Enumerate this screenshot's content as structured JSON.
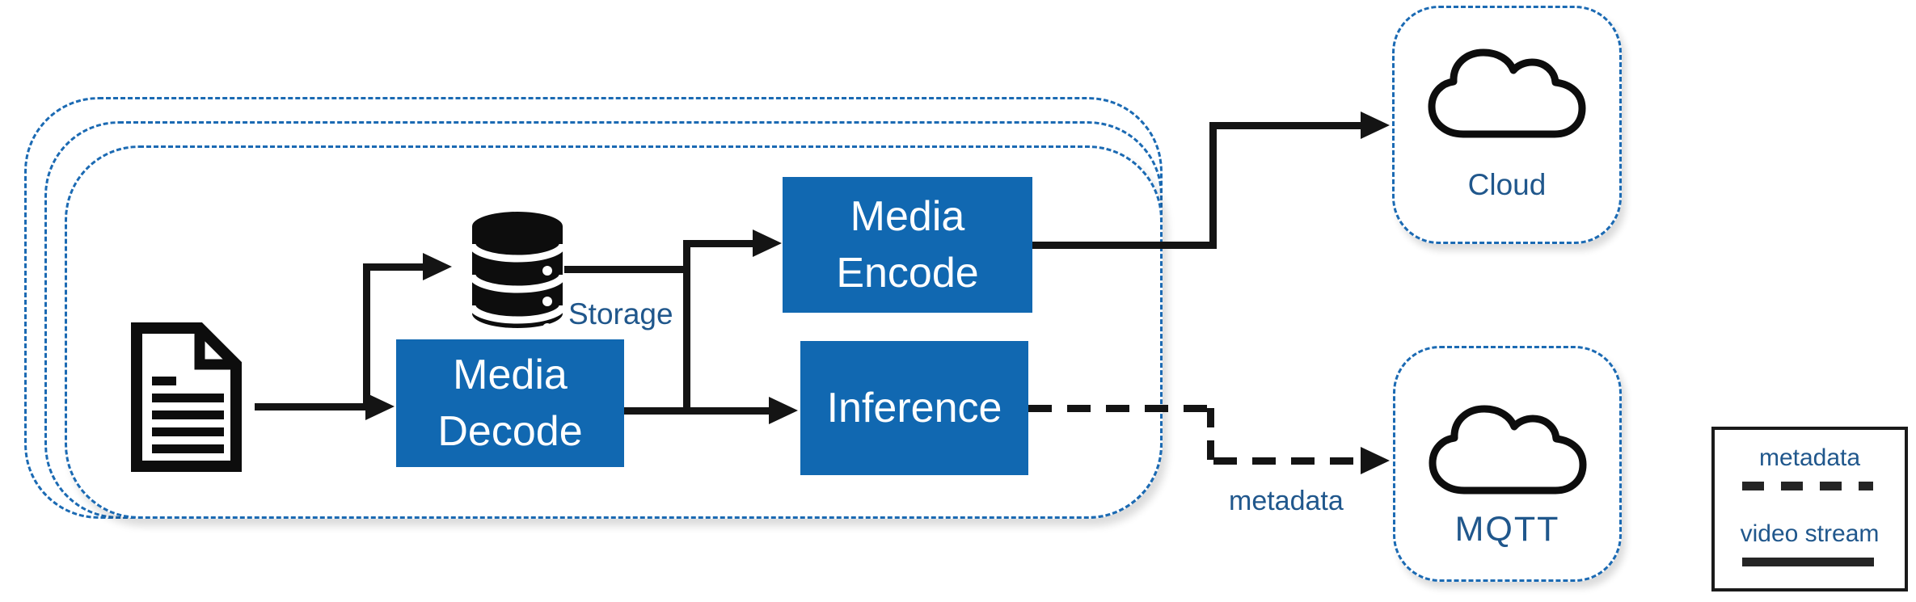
{
  "colors": {
    "box_blue": "#1168b1",
    "dash_blue": "#1b6ab3",
    "label_blue": "#20578c",
    "line_black": "#141414"
  },
  "nodes": {
    "storage": {
      "label": "Storage"
    },
    "media_decode": {
      "line1": "Media",
      "line2": "Decode"
    },
    "media_encode": {
      "line1": "Media",
      "line2": "Encode"
    },
    "inference": {
      "label": "Inference"
    },
    "cloud": {
      "label": "Cloud"
    },
    "mqtt": {
      "label": "MQTT"
    }
  },
  "edges": {
    "inference_to_mqtt_label": "metadata"
  },
  "legend": {
    "metadata_label": "metadata",
    "video_stream_label": "video stream"
  }
}
